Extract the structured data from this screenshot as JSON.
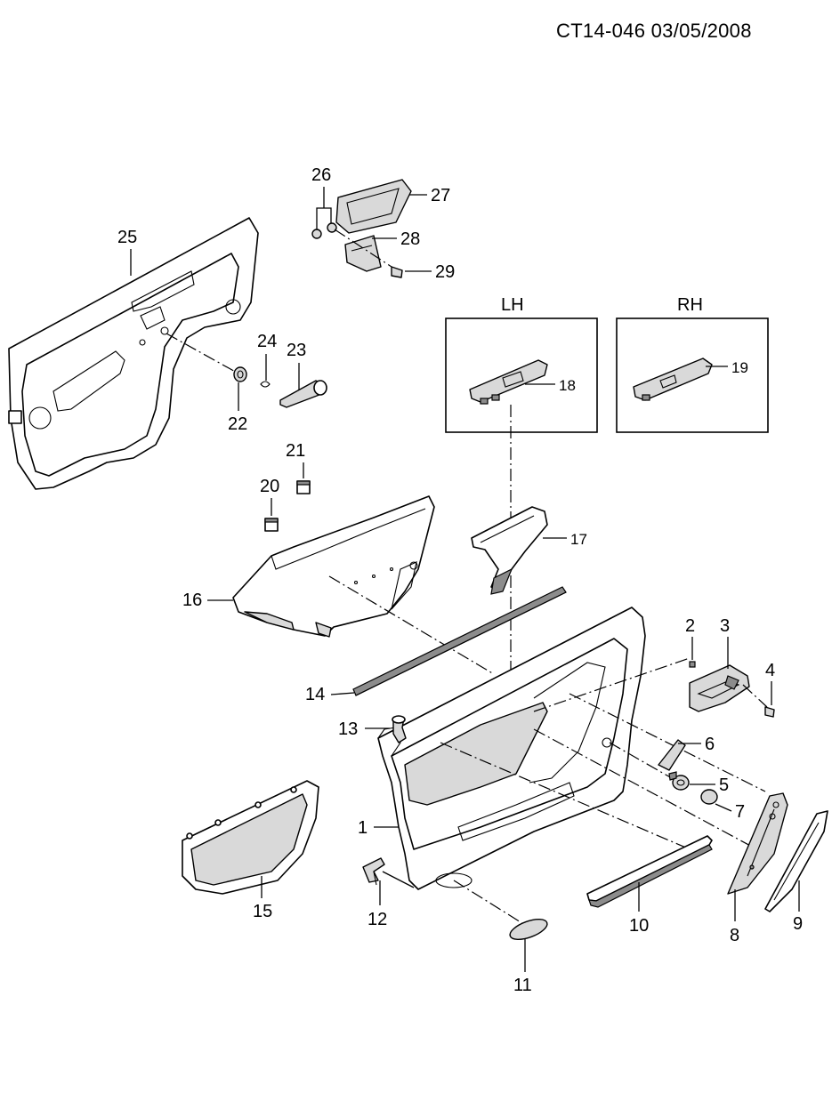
{
  "header": {
    "code": "CT14-046  03/05/2008"
  },
  "insets": {
    "left_title": "LH",
    "right_title": "RH"
  },
  "labels": {
    "p1": "1",
    "p2": "2",
    "p3": "3",
    "p4": "4",
    "p5": "5",
    "p6": "6",
    "p7": "7",
    "p8": "8",
    "p9": "9",
    "p10": "10",
    "p11": "11",
    "p12": "12",
    "p13": "13",
    "p14": "14",
    "p15": "15",
    "p16": "16",
    "p17": "17",
    "p18": "18",
    "p19": "19",
    "p20": "20",
    "p21": "21",
    "p22": "22",
    "p23": "23",
    "p24": "24",
    "p25": "25",
    "p26": "26",
    "p27": "27",
    "p28": "28",
    "p29": "29"
  }
}
